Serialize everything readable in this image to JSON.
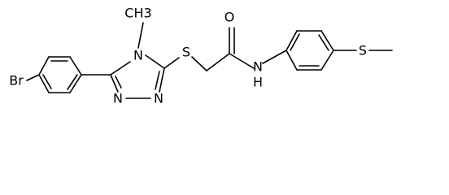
{
  "molecule": {
    "colors": {
      "bond": "#000000",
      "label": "#000000",
      "background": "#ffffff"
    },
    "labels": {
      "bromine": "Br",
      "ring_nitrogen_methyl": "N",
      "methyl": "CH3",
      "ring_nitrogen_left": "N",
      "ring_nitrogen_right": "N",
      "thioether_sulfur": "S",
      "carbonyl_oxygen": "O",
      "amide_nitrogen": "N",
      "amide_hydrogen": "H",
      "methylthio_sulfur": "S"
    }
  }
}
